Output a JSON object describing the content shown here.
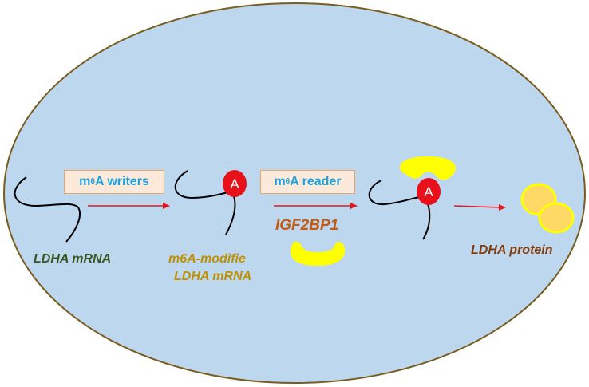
{
  "writers_box": {
    "prefix": "m",
    "superscript": "6",
    "suffix": "A writers"
  },
  "reader_box": {
    "prefix": "m",
    "superscript": "6",
    "suffix": "A reader"
  },
  "modification_badge_1": "A",
  "modification_badge_2": "A",
  "labels": {
    "ldha_mrna": "LDHA mRNA",
    "m6a_modified_line1": "m6A-modifie",
    "m6a_modified_line2": "LDHA mRNA",
    "igf2bp1": "IGF2BP1",
    "ldha_protein": "LDHA protein"
  },
  "colors": {
    "cell_fill": "#bdd7ee",
    "cell_outline": "#7a5c1e",
    "arrow": "#e8141e",
    "badge": "#e8101a",
    "reader_protein": "#ffff00",
    "ldha_protein": "#ffd966",
    "ldha_mrna_label": "#375623",
    "m6a_label": "#bf9000",
    "igf2bp1_label": "#c55a11",
    "protein_label": "#843c0c"
  }
}
